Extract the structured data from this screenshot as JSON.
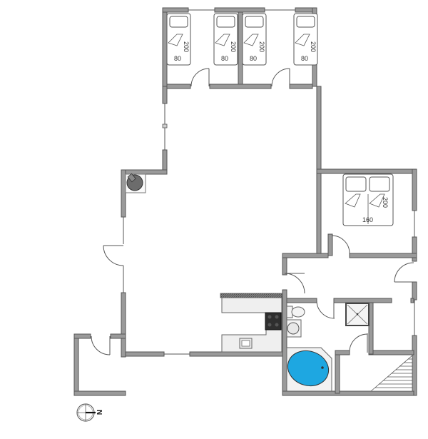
{
  "plan": {
    "type": "floor-plan",
    "colors": {
      "wall": "#9a9a9a",
      "wall_outline": "#555555",
      "bathtub": "#1ea7e1",
      "stove": "#333333",
      "background": "#ffffff"
    },
    "bedrooms": [
      {
        "name": "bedroom-1",
        "beds": [
          {
            "width": "80",
            "length": "200"
          }
        ]
      },
      {
        "name": "bedroom-2",
        "beds": [
          {
            "width": "80",
            "length": "200"
          }
        ]
      },
      {
        "name": "bedroom-3",
        "beds": [
          {
            "width": "80",
            "length": "200"
          }
        ]
      },
      {
        "name": "bedroom-4",
        "beds": [
          {
            "width": "80",
            "length": "200"
          }
        ]
      },
      {
        "name": "master-bedroom",
        "beds": [
          {
            "width": "160",
            "length": "200"
          }
        ]
      }
    ],
    "labels": {
      "bed1_width": "80",
      "bed1_length": "200",
      "bed2_width": "80",
      "bed2_length": "200",
      "bed3_width": "80",
      "bed3_length": "200",
      "bed4_width": "80",
      "bed4_length": "200",
      "double_width": "160",
      "double_length": "200"
    },
    "compass": {
      "label": "N",
      "direction": "right"
    },
    "fixtures": [
      "stove",
      "wood-burning-stove",
      "kitchen-sink",
      "toilet",
      "wash-basin",
      "bathtub",
      "shower",
      "staircase"
    ]
  }
}
